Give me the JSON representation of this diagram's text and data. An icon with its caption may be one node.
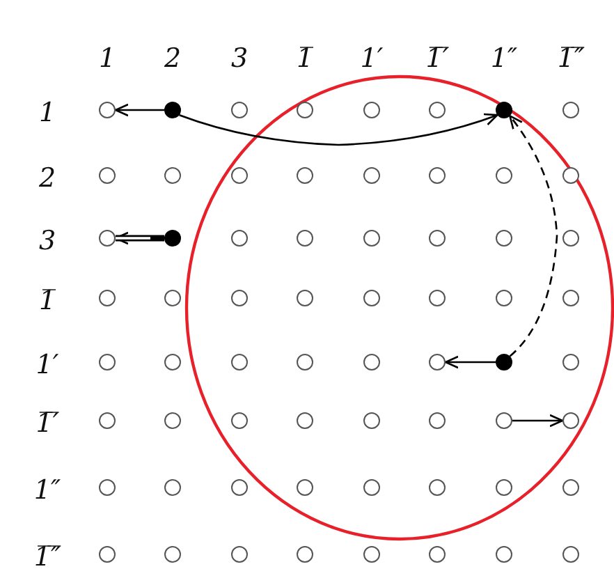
{
  "diagram": {
    "nodes": [
      {
        "text": [],
        "shape": "circle"
      },
      {
        "text": [],
        "shape": "dot"
      },
      {
        "text": [],
        "shape": "circle"
      },
      {
        "text": [],
        "shape": "circle"
      },
      {
        "text": [],
        "shape": "circle"
      },
      {
        "text": [],
        "shape": "circle"
      },
      {
        "text": [],
        "shape": "dot"
      },
      {
        "text": [],
        "shape": "circle"
      },
      {
        "text": [],
        "shape": "circle"
      },
      {
        "text": [],
        "shape": "circle"
      },
      {
        "text": [],
        "shape": "circle"
      },
      {
        "text": [],
        "shape": "circle"
      },
      {
        "text": [],
        "shape": "circle"
      },
      {
        "text": [],
        "shape": "circle"
      },
      {
        "text": [],
        "shape": "circle"
      },
      {
        "text": [],
        "shape": "circle"
      },
      {
        "text": [],
        "shape": "circle"
      },
      {
        "text": [],
        "shape": "dot"
      },
      {
        "text": [],
        "shape": "circle"
      },
      {
        "text": [],
        "shape": "circle"
      },
      {
        "text": [],
        "shape": "circle"
      },
      {
        "text": [],
        "shape": "circle"
      },
      {
        "text": [],
        "shape": "circle"
      },
      {
        "text": [],
        "shape": "circle"
      },
      {
        "text": [],
        "shape": "circle"
      },
      {
        "text": [],
        "shape": "circle"
      },
      {
        "text": [],
        "shape": "circle"
      },
      {
        "text": [],
        "shape": "circle"
      },
      {
        "text": [],
        "shape": "circle"
      },
      {
        "text": [],
        "shape": "circle"
      },
      {
        "text": [],
        "shape": "circle"
      },
      {
        "text": [],
        "shape": "circle"
      },
      {
        "text": [],
        "shape": "circle"
      },
      {
        "text": [],
        "shape": "circle"
      },
      {
        "text": [],
        "shape": "circle"
      },
      {
        "text": [],
        "shape": "circle"
      },
      {
        "text": [],
        "shape": "circle"
      },
      {
        "text": [],
        "shape": "circle"
      },
      {
        "text": [],
        "shape": "dot"
      },
      {
        "text": [],
        "shape": "circle"
      },
      {
        "text": [],
        "shape": "circle"
      },
      {
        "text": [],
        "shape": "circle"
      },
      {
        "text": [],
        "shape": "circle"
      },
      {
        "text": [],
        "shape": "circle"
      },
      {
        "text": [],
        "shape": "circle"
      },
      {
        "text": [],
        "shape": "circle"
      },
      {
        "text": [],
        "shape": "circle"
      },
      {
        "text": [],
        "shape": "circle"
      },
      {
        "text": [],
        "shape": "circle"
      },
      {
        "text": [],
        "shape": "circle"
      },
      {
        "text": [],
        "shape": "circle"
      },
      {
        "text": [],
        "shape": "circle"
      },
      {
        "text": [],
        "shape": "circle"
      },
      {
        "text": [],
        "shape": "circle"
      },
      {
        "text": [],
        "shape": "circle"
      },
      {
        "text": [],
        "shape": "circle"
      },
      {
        "text": [],
        "shape": "circle"
      },
      {
        "text": [],
        "shape": "circle"
      },
      {
        "text": [],
        "shape": "circle"
      },
      {
        "text": [],
        "shape": "circle"
      },
      {
        "text": [],
        "shape": "circle"
      },
      {
        "text": [],
        "shape": "circle"
      },
      {
        "text": [],
        "shape": "circle"
      },
      {
        "text": [],
        "shape": "circle"
      }
    ],
    "edges": [
      {
        "from": 1,
        "to": 0,
        "arrow": "to"
      },
      {
        "from": 1,
        "to": 6,
        "arrow": "to"
      },
      {
        "from": 38,
        "to": 6,
        "arrow": "to",
        "style": "dashed"
      },
      {
        "from": 17,
        "to": 16,
        "arrow": "to",
        "style": "thick"
      },
      {
        "from": 38,
        "to": 37,
        "arrow": "to"
      },
      {
        "from": 46,
        "to": 47,
        "arrow": "to"
      }
    ],
    "labels": [
      "1",
      "2",
      "3",
      "1̅",
      "1′",
      "1̅′̅",
      "1″",
      "1̅″̅",
      "1",
      "2",
      "3",
      "1̅",
      "1′",
      "1̅′̅",
      "1″",
      "1̅″̅"
    ]
  }
}
